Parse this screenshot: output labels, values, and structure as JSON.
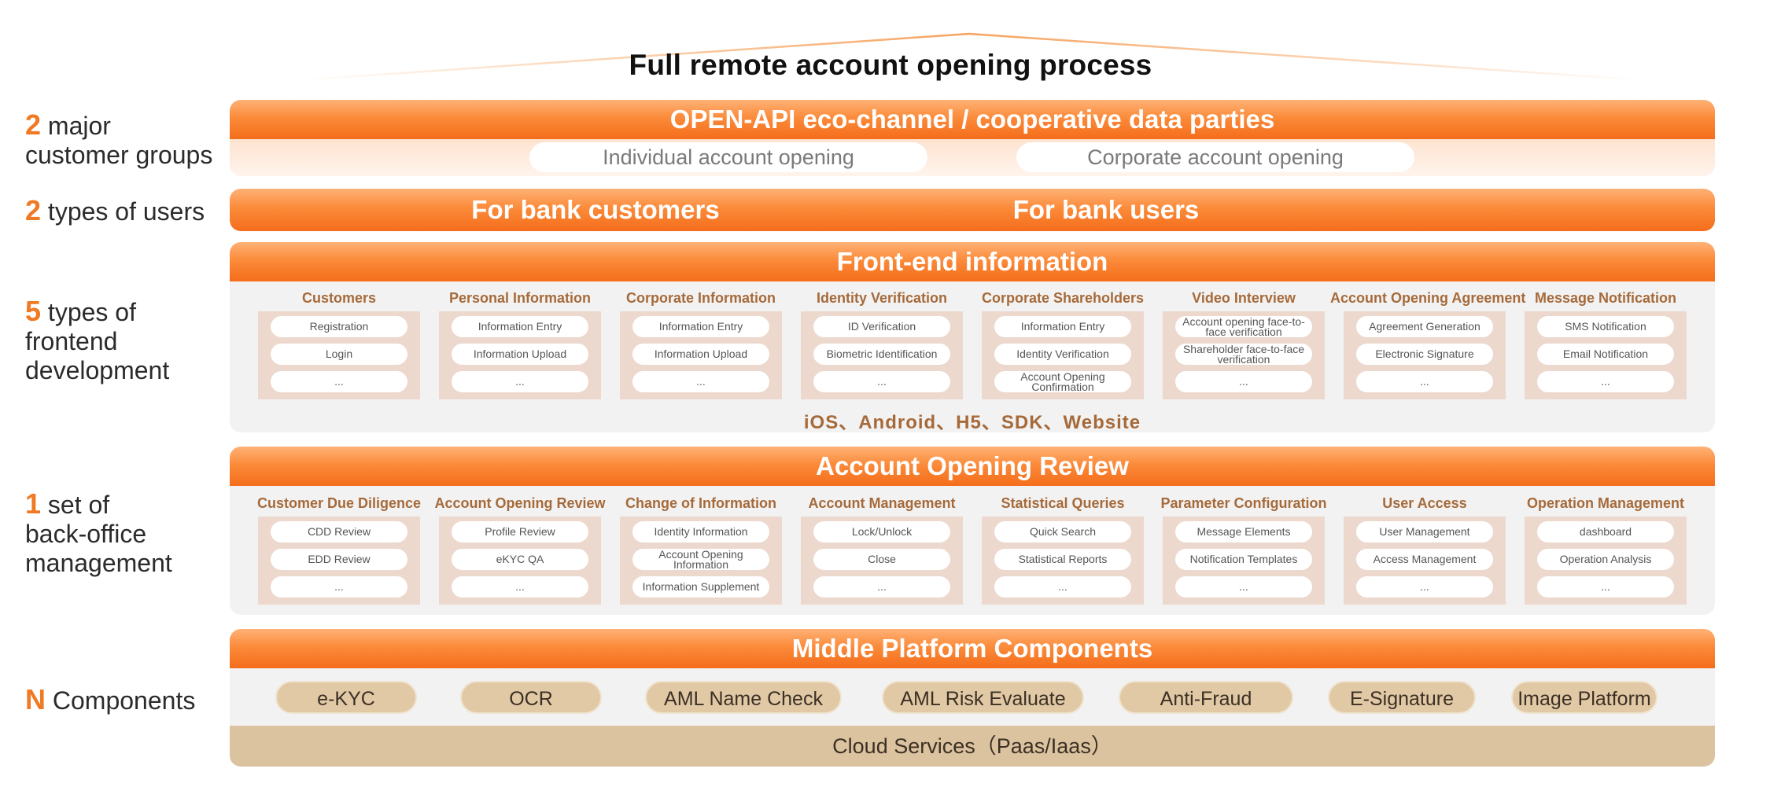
{
  "title": "Full remote account opening process",
  "left_labels": [
    {
      "num": "2",
      "text": "major\ncustomer groups"
    },
    {
      "num": "2",
      "text": "types of users"
    },
    {
      "num": "5",
      "text": "types of\nfrontend\ndevelopment"
    },
    {
      "num": "1",
      "text": "set of\nback-office\nmanagement"
    },
    {
      "num": "N",
      "text": "Components"
    }
  ],
  "customer_groups": {
    "header": "OPEN-API eco-channel / cooperative data parties",
    "items": [
      "Individual account opening",
      "Corporate account opening"
    ]
  },
  "users": {
    "items": [
      "For bank customers",
      "For bank users"
    ]
  },
  "frontend": {
    "header": "Front-end information",
    "platforms": "iOS、Android、H5、SDK、Website",
    "modules": [
      {
        "title": "Customers",
        "items": [
          "Registration",
          "Login",
          "..."
        ]
      },
      {
        "title": "Personal Information",
        "items": [
          "Information Entry",
          "Information Upload",
          "..."
        ]
      },
      {
        "title": "Corporate Information",
        "items": [
          "Information Entry",
          "Information Upload",
          "..."
        ]
      },
      {
        "title": "Identity Verification",
        "items": [
          "ID Verification",
          "Biometric Identification",
          "..."
        ]
      },
      {
        "title": "Corporate Shareholders",
        "items": [
          "Information Entry",
          "Identity Verification",
          "Account Opening Confirmation"
        ]
      },
      {
        "title": "Video Interview",
        "items": [
          "Account opening face-to-face verification",
          "Shareholder face-to-face verification",
          "..."
        ]
      },
      {
        "title": "Account Opening Agreement",
        "items": [
          "Agreement Generation",
          "Electronic Signature",
          "..."
        ]
      },
      {
        "title": "Message Notification",
        "items": [
          "SMS Notification",
          "Email Notification",
          "..."
        ]
      }
    ]
  },
  "backoffice": {
    "header": "Account Opening Review",
    "modules": [
      {
        "title": "Customer Due Diligence",
        "items": [
          "CDD Review",
          "EDD Review",
          "..."
        ]
      },
      {
        "title": "Account Opening Review",
        "items": [
          "Profile Review",
          "eKYC QA",
          "..."
        ]
      },
      {
        "title": "Change of Information",
        "items": [
          "Identity Information",
          "Account Opening Information",
          "Information Supplement"
        ]
      },
      {
        "title": "Account Management",
        "items": [
          "Lock/Unlock",
          "Close",
          "..."
        ]
      },
      {
        "title": "Statistical Queries",
        "items": [
          "Quick Search",
          "Statistical Reports",
          "..."
        ]
      },
      {
        "title": "Parameter Configuration",
        "items": [
          "Message Elements",
          "Notification Templates",
          "..."
        ]
      },
      {
        "title": "User Access",
        "items": [
          "User Management",
          "Access Management",
          "..."
        ]
      },
      {
        "title": "Operation Management",
        "items": [
          "dashboard",
          "Operation Analysis",
          "..."
        ]
      }
    ]
  },
  "middle": {
    "header": "Middle Platform Components",
    "components": [
      "e-KYC",
      "OCR",
      "AML Name Check",
      "AML Risk Evaluate",
      "Anti-Fraud",
      "E-Signature",
      "Image Platform"
    ],
    "cloud": "Cloud Services（Paas/Iaas）"
  },
  "colors": {
    "accent": "#f07a23",
    "bar": "#f46d1b",
    "module_title": "#a66a3a",
    "component": "#e1c9a6"
  }
}
